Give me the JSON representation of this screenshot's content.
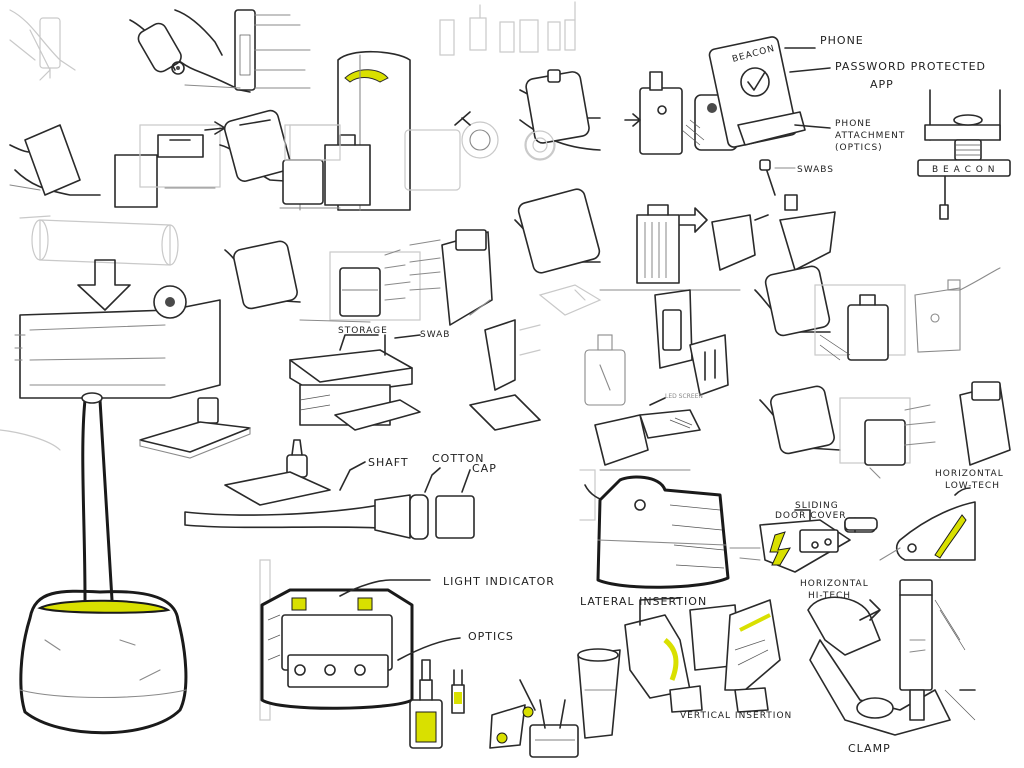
{
  "accent_color": "#d9e000",
  "labels": {
    "phone": "PHONE",
    "password_protected": "PASSWORD PROTECTED",
    "app": "APP",
    "phone_attachment": "PHONE",
    "phone_attachment_2": "ATTACHMENT",
    "phone_attachment_3": "(OPTICS)",
    "beacon_phone": "BEACON",
    "beacon_clamp": "B E A C O N",
    "swabs": "SWABS",
    "storage": "STORAGE",
    "swab": "SWAB",
    "shaft": "SHAFT",
    "cotton": "COTTON",
    "cap": "CAP",
    "light_indicator": "LIGHT INDICATOR",
    "optics": "OPTICS",
    "lateral_insertion": "LATERAL INSERTION",
    "vertical_insertion": "VERTICAL INSERTION",
    "sliding_door_cover_1": "SLIDING",
    "sliding_door_cover_2": "DOOR COVER",
    "horizontal_hitech_1": "HORIZONTAL",
    "horizontal_hitech_2": "HI-TECH",
    "horizontal_lowtech_1": "HORIZONTAL",
    "horizontal_lowtech_2": "LOW-TECH",
    "clamp": "CLAMP",
    "led_screen": "LED SCREEN"
  }
}
